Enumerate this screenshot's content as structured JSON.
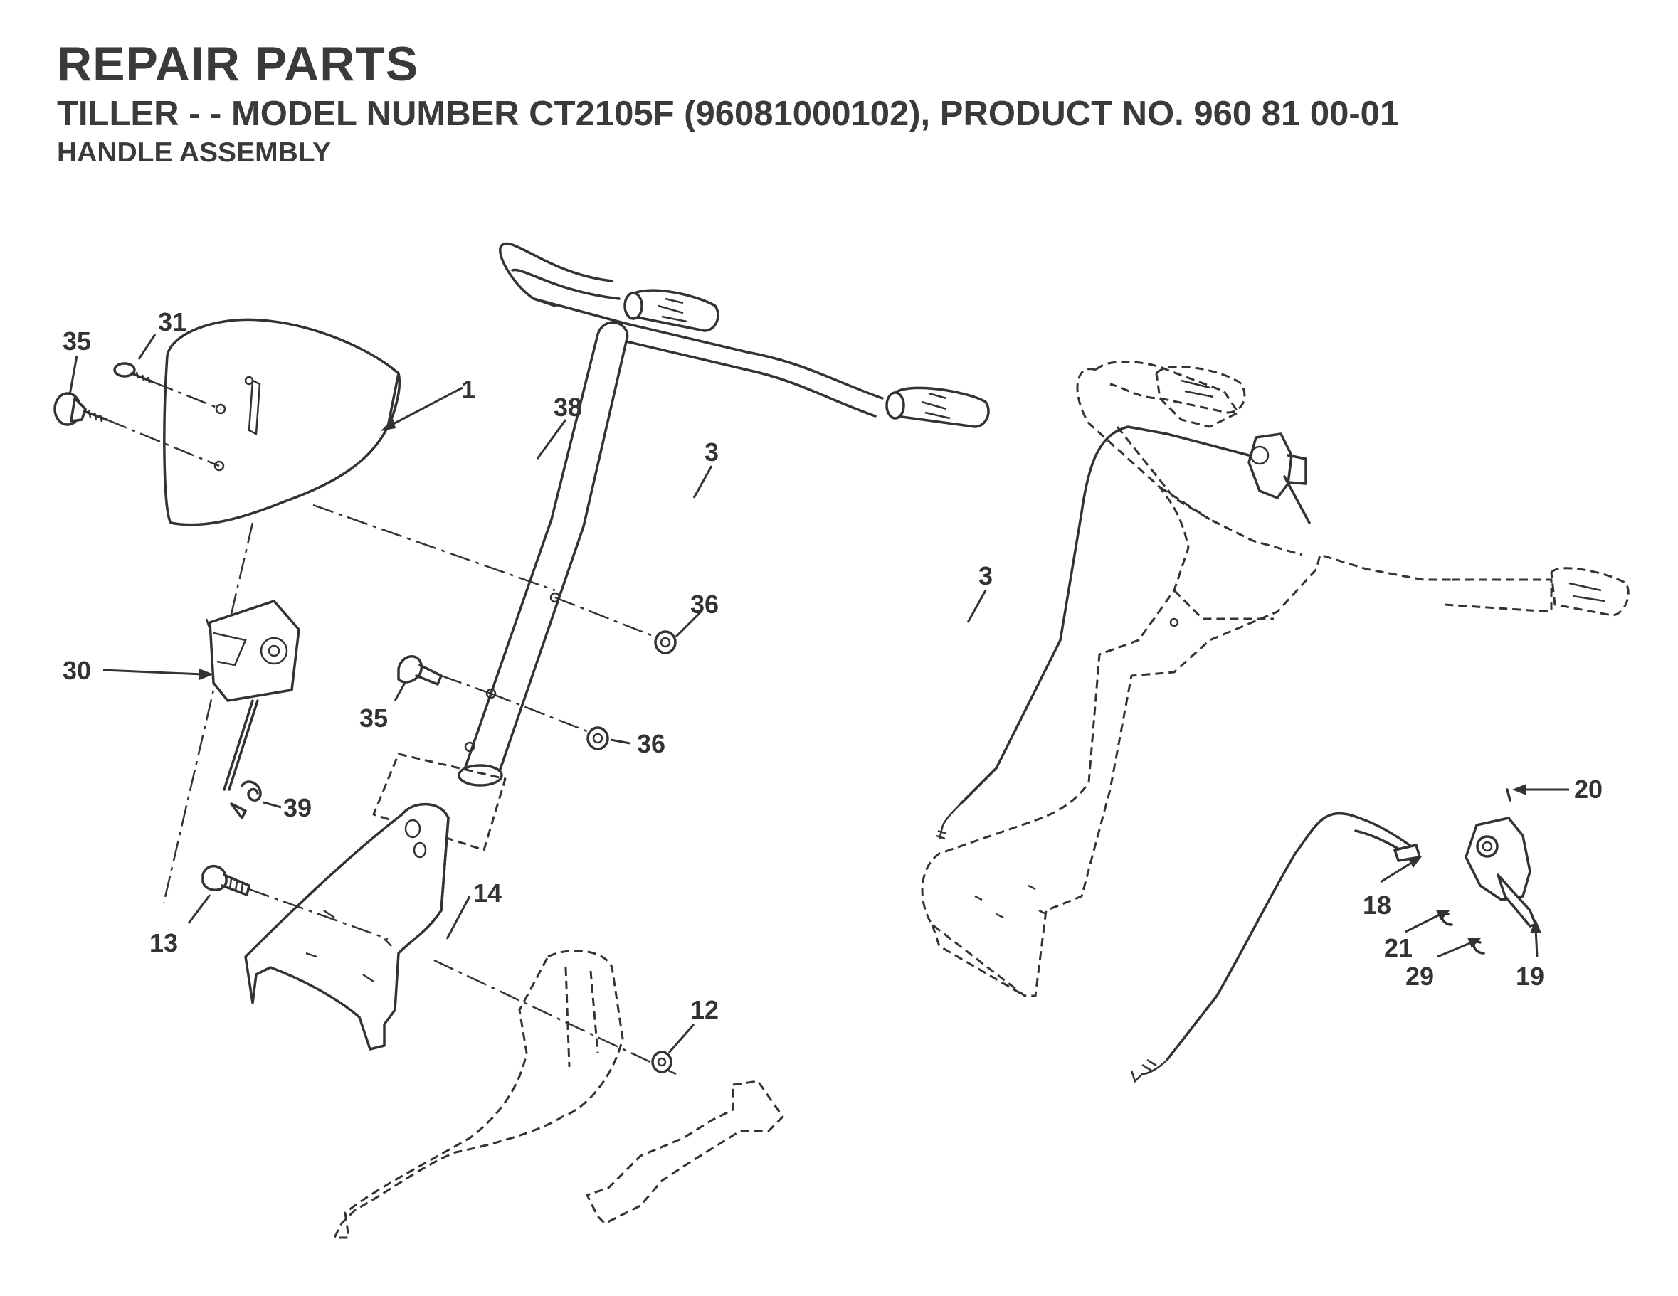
{
  "header": {
    "title": "REPAIR PARTS",
    "subtitle": "TILLER - - MODEL NUMBER CT2105F (96081000102), PRODUCT NO. 960 81 00-01",
    "section": "HANDLE ASSEMBLY"
  },
  "callouts": {
    "c1": "1",
    "c3a": "3",
    "c3b": "3",
    "c12": "12",
    "c13": "13",
    "c14": "14",
    "c18": "18",
    "c19": "19",
    "c20": "20",
    "c21": "21",
    "c29": "29",
    "c30": "30",
    "c31": "31",
    "c35a": "35",
    "c35b": "35",
    "c36a": "36",
    "c36b": "36",
    "c38": "38",
    "c39": "39"
  }
}
